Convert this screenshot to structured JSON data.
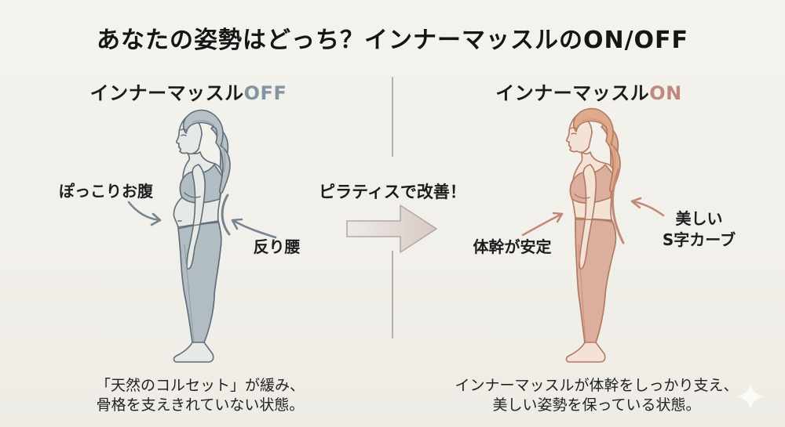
{
  "title": "あなたの姿勢はどっち？インナーマッスルのON/OFF",
  "left": {
    "heading_prefix": "インナーマッスル",
    "heading_state": "OFF",
    "state_color": "#8494a3",
    "belly_label": "ぽっこりお腹",
    "swayback_label": "反り腰",
    "caption_line1": "「天然のコルセット」が緩み、",
    "caption_line2": "骨格を支えきれていない状態。",
    "arrow_color": "#75848f",
    "figure_palette": {
      "outline": "#5f6e79",
      "hair": "#b8c0c6",
      "skin": "#e7e9e6",
      "clothes": "#b2bcc3"
    }
  },
  "center": {
    "label": "ピラティスで改善！",
    "arrow_start_color": "#edebe7",
    "arrow_end_color": "#d8c9c5"
  },
  "right": {
    "heading_prefix": "インナーマッスル",
    "heading_state": "ON",
    "state_color": "#bf8a7d",
    "core_label": "体幹が安定",
    "scurve_line1": "美しい",
    "scurve_line2": "S字カーブ",
    "caption_line1": "インナーマッスルが体幹をしっかり支え、",
    "caption_line2": "美しい姿勢を保っている状態。",
    "arrow_color": "#c28a76",
    "figure_palette": {
      "outline": "#b07a63",
      "hair": "#e0aa8c",
      "skin": "#f4e3d5",
      "clothes": "#dcae9d"
    }
  },
  "footer": {
    "sparkle": "✦"
  },
  "colors": {
    "background": "#f2f0ea",
    "text": "#1c1c1e",
    "divider": "#b3b0a9"
  }
}
